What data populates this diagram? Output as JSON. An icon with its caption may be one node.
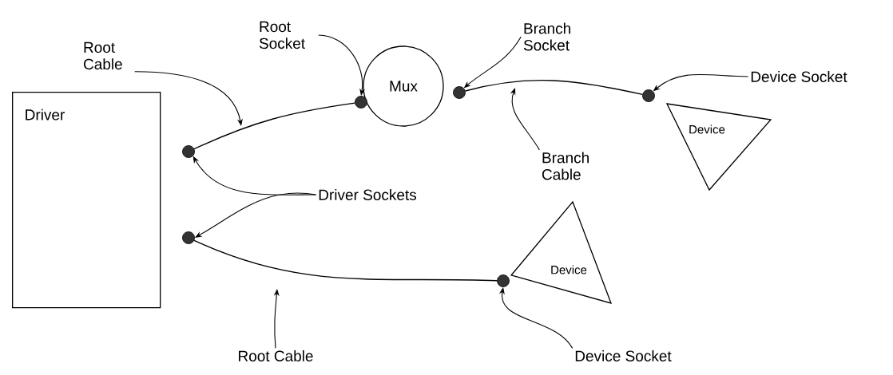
{
  "diagram": {
    "nodes": [
      {
        "text": [
          "Driver"
        ]
      },
      {
        "text": [
          "Mux"
        ]
      },
      {
        "text": [
          "Device"
        ]
      },
      {
        "text": [
          "Device"
        ]
      },
      {
        "text": [],
        "shape": "circle"
      },
      {
        "text": [],
        "shape": "circle"
      },
      {
        "text": [],
        "shape": "circle"
      },
      {
        "text": [],
        "shape": "circle"
      },
      {
        "text": [],
        "shape": "circle"
      },
      {
        "text": [],
        "shape": "circle"
      },
      {
        "text": [
          "Root Cable"
        ]
      },
      {
        "text": [
          "Root Socket"
        ]
      },
      {
        "text": [
          "Branch Socket"
        ]
      },
      {
        "text": [
          "Device Socket"
        ]
      },
      {
        "text": [
          "Branch Cable"
        ]
      },
      {
        "text": [
          "Driver Sockets"
        ]
      },
      {
        "text": [
          "Root Cable"
        ]
      },
      {
        "text": [
          "Device Socket"
        ]
      }
    ],
    "edges": [
      {
        "from": 4,
        "to": 6,
        "arrow": "none"
      },
      {
        "from": 7,
        "to": 8,
        "arrow": "none"
      },
      {
        "from": 5,
        "to": 9,
        "arrow": "none"
      },
      {
        "from": 10,
        "to": null,
        "arrow": "to"
      },
      {
        "from": 11,
        "to": 6,
        "arrow": "to"
      },
      {
        "from": 12,
        "to": 7,
        "arrow": "to"
      },
      {
        "from": 13,
        "to": 8,
        "arrow": "to"
      },
      {
        "from": 14,
        "to": null,
        "arrow": "to"
      },
      {
        "from": 15,
        "to": 4,
        "arrow": "to"
      },
      {
        "from": 15,
        "to": 5,
        "arrow": "to"
      },
      {
        "from": 16,
        "to": null,
        "arrow": "to"
      },
      {
        "from": 17,
        "to": 9,
        "arrow": "to"
      }
    ]
  }
}
